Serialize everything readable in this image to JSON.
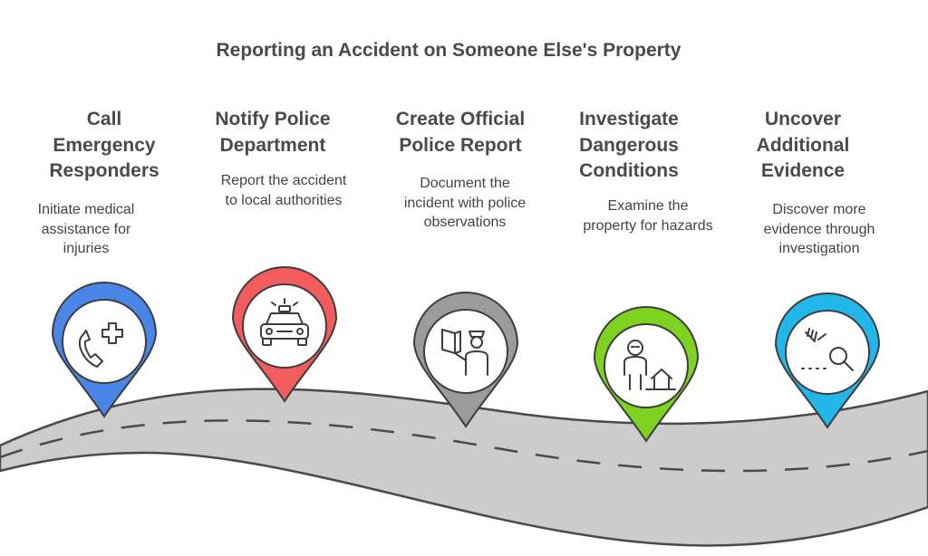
{
  "title": "Reporting an Accident on Someone Else's Property",
  "steps": [
    {
      "heading_lines": [
        "Call",
        "Emergency",
        "Responders"
      ],
      "description_lines": [
        "Initiate medical",
        "assistance for",
        "injuries"
      ],
      "icon": "phone-medical-icon",
      "color": "#4a86e8"
    },
    {
      "heading_lines": [
        "Notify Police",
        "Department"
      ],
      "description_lines": [
        "Report the accident",
        "to local authorities"
      ],
      "icon": "police-car-icon",
      "color": "#f25c5c"
    },
    {
      "heading_lines": [
        "Create Official",
        "Police Report"
      ],
      "description_lines": [
        "Document the",
        "incident with police",
        "observations"
      ],
      "icon": "police-officer-report-icon",
      "color": "#9b9b9b"
    },
    {
      "heading_lines": [
        "Investigate",
        "Dangerous",
        "Conditions"
      ],
      "description_lines": [
        "Examine the",
        "property for hazards"
      ],
      "icon": "person-house-hazard-icon",
      "color": "#7ed321"
    },
    {
      "heading_lines": [
        "Uncover",
        "Additional",
        "Evidence"
      ],
      "description_lines": [
        "Discover more",
        "evidence through",
        "investigation"
      ],
      "icon": "magnifier-evidence-icon",
      "color": "#22b7e8"
    }
  ],
  "colors": {
    "road": "#cccccc",
    "road_edge": "#4a4a4a",
    "lane_marking": "#4a4a4a"
  }
}
